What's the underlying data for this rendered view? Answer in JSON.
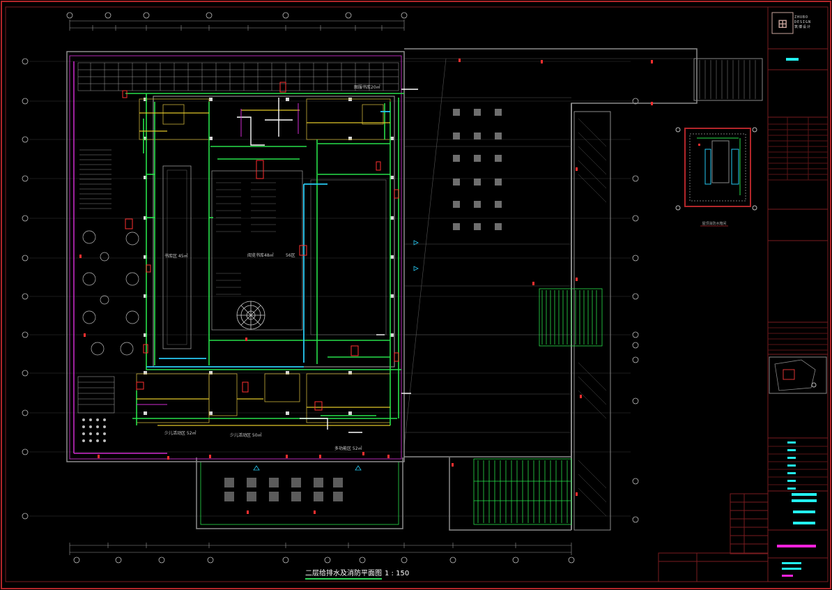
{
  "drawing": {
    "title": "二层给排水及消防平面图",
    "scale": "1 : 150",
    "rooms": [
      "图服书库20㎡",
      "书库区 45㎡",
      "阅览书库48㎡",
      "56区",
      "少儿活动区 52㎡",
      "少儿活动区 50㎡",
      "多功能区 52㎡"
    ],
    "detail_caption": "屋顶消防水箱间"
  },
  "title_block": {
    "brand_lines": [
      "ZHUBO",
      "DESIGN",
      "筑博设计"
    ]
  },
  "colors": {
    "background": "#000000",
    "frame": "#b3262a",
    "wall": "#8c8c8c",
    "column": "#d8d8d8",
    "pipe_green": "#27e04a",
    "pipe_yellow": "#e0c628",
    "pipe_red": "#ff2f2f",
    "pipe_cyan": "#27c9f2",
    "pipe_white": "#ffffff",
    "pipe_magenta": "#d02cd0",
    "dim": "#9a9a9a",
    "highlight_cyan": "#23f0f0",
    "highlight_magenta": "#ff22dd"
  }
}
